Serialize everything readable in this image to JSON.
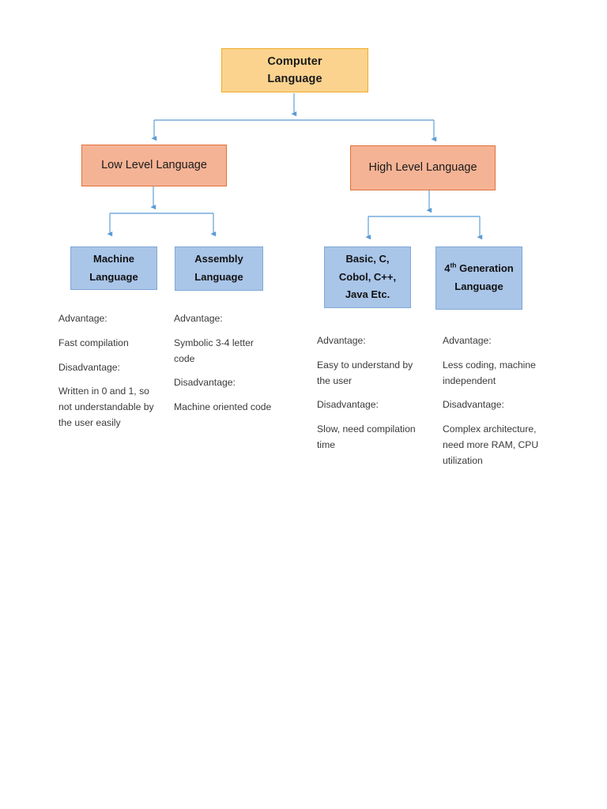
{
  "page": {
    "background": "#ffffff",
    "title": "Computer Language classification diagram"
  },
  "colors": {
    "root_fill": "#fbd38e",
    "root_border": "#edae28",
    "level2_fill": "#f5b395",
    "level2_border": "#e2703a",
    "level3_fill": "#a9c5e8",
    "level3_border": "#7fa8d8",
    "connector": "#5b9bd5",
    "text": "#262626"
  },
  "nodes": {
    "root": {
      "line1": "Computer",
      "line2": "Language"
    },
    "low_level": {
      "label": "Low Level Language"
    },
    "high_level": {
      "label": "High Level Language"
    },
    "machine": {
      "line1": "Machine",
      "line2": "Language"
    },
    "assembly": {
      "line1": "Assembly",
      "line2": "Language"
    },
    "basic": {
      "line1": "Basic, C,",
      "line2": "Cobol, C++,",
      "line3": "Java Etc."
    },
    "gen4": {
      "number": "4",
      "ordinal_suffix": "th",
      "line1_rest": " Generation",
      "line2": "Language"
    }
  },
  "notes": {
    "machine": {
      "advantage_label": "Advantage:",
      "advantage_text": "Fast compilation",
      "disadvantage_label": "Disadvantage:",
      "disadvantage_text": "Written in 0 and 1, so not understandable by the user easily"
    },
    "assembly": {
      "advantage_label": "Advantage:",
      "advantage_text": "Symbolic 3-4 letter code",
      "disadvantage_label": "Disadvantage:",
      "disadvantage_text": "Machine oriented code"
    },
    "basic": {
      "advantage_label": "Advantage:",
      "advantage_text": "Easy to understand by the user",
      "disadvantage_label": "Disadvantage:",
      "disadvantage_text": "Slow, need compilation time"
    },
    "gen4": {
      "advantage_label": "Advantage:",
      "advantage_text": "Less coding, machine independent",
      "disadvantage_label": "Disadvantage:",
      "disadvantage_text": "Complex architecture, need more RAM, CPU utilization"
    }
  },
  "connectors": {
    "icon": "arrow-down-icon",
    "color": "#5b9bd5",
    "edges": [
      "root-to-split",
      "split-to-low-level",
      "split-to-high-level",
      "low-level-to-split",
      "split-to-machine",
      "split-to-assembly",
      "high-level-to-split",
      "split-to-basic",
      "split-to-gen4"
    ]
  }
}
